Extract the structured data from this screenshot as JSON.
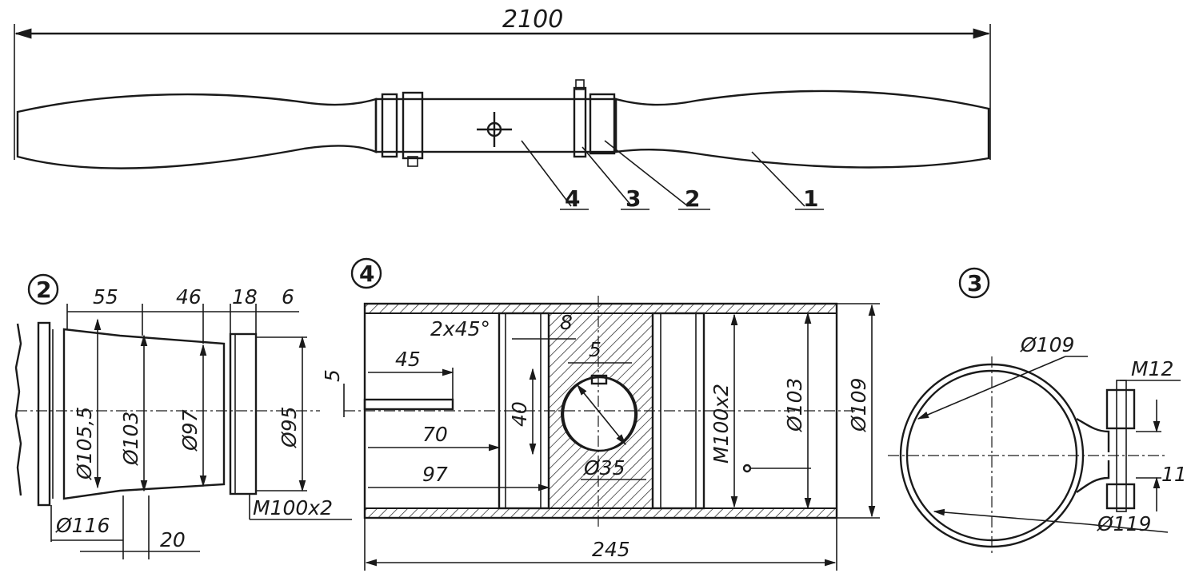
{
  "assembly": {
    "overall_length": "2100",
    "leaders": [
      "1",
      "2",
      "3",
      "4"
    ]
  },
  "part2": {
    "number": "2",
    "dims": {
      "l1": "55",
      "l2": "46",
      "l3": "18",
      "l4": "6",
      "d1": "Ø105,5",
      "d2": "Ø103",
      "d3": "Ø97",
      "d4": "Ø95",
      "thread": "M100x2",
      "outer": "Ø116",
      "l5": "20"
    }
  },
  "part4": {
    "number": "4",
    "dims": {
      "chamfer": "2x45°",
      "slot_w": "8",
      "key": "5",
      "hole_w": "5",
      "l45": "45",
      "l70": "70",
      "l97": "97",
      "h40": "40",
      "bore": "Ø35",
      "thread": "M100x2",
      "d103": "Ø103",
      "d109": "Ø109",
      "length": "245"
    }
  },
  "part3": {
    "number": "3",
    "dims": {
      "inner": "Ø109",
      "bolt": "M12",
      "gap": "11",
      "outer": "Ø119"
    }
  }
}
